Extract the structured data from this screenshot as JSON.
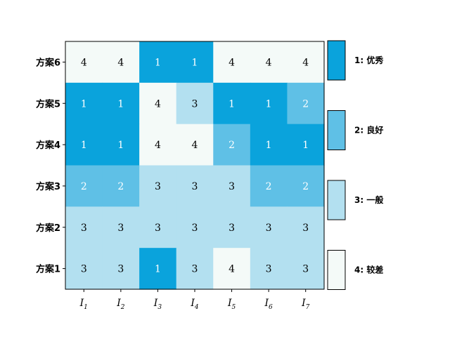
{
  "chart_data": {
    "type": "heatmap",
    "rows": [
      "方案6",
      "方案5",
      "方案4",
      "方案3",
      "方案2",
      "方案1"
    ],
    "columns": [
      {
        "base": "I",
        "sub": "1"
      },
      {
        "base": "I",
        "sub": "2"
      },
      {
        "base": "I",
        "sub": "3"
      },
      {
        "base": "I",
        "sub": "4"
      },
      {
        "base": "I",
        "sub": "5"
      },
      {
        "base": "I",
        "sub": "6"
      },
      {
        "base": "I",
        "sub": "7"
      }
    ],
    "values": [
      [
        4,
        4,
        1,
        1,
        4,
        4,
        4
      ],
      [
        1,
        1,
        4,
        3,
        1,
        1,
        2
      ],
      [
        1,
        1,
        4,
        4,
        2,
        1,
        1
      ],
      [
        2,
        2,
        3,
        3,
        3,
        2,
        2
      ],
      [
        3,
        3,
        3,
        3,
        3,
        3,
        3
      ],
      [
        3,
        3,
        1,
        3,
        4,
        3,
        3
      ]
    ],
    "legend": [
      {
        "value": 1,
        "label": "1: 优秀",
        "color": "#0aa3dc"
      },
      {
        "value": 2,
        "label": "2: 良好",
        "color": "#5fc0e6"
      },
      {
        "value": 3,
        "label": "3: 一般",
        "color": "#b3e0f0"
      },
      {
        "value": 4,
        "label": "4: 较差",
        "color": "#f4faf8"
      }
    ],
    "text_colors": {
      "dark_cell": "#ffffff",
      "light_cell": "#000000"
    },
    "legend_placement": "right",
    "grid": false
  }
}
